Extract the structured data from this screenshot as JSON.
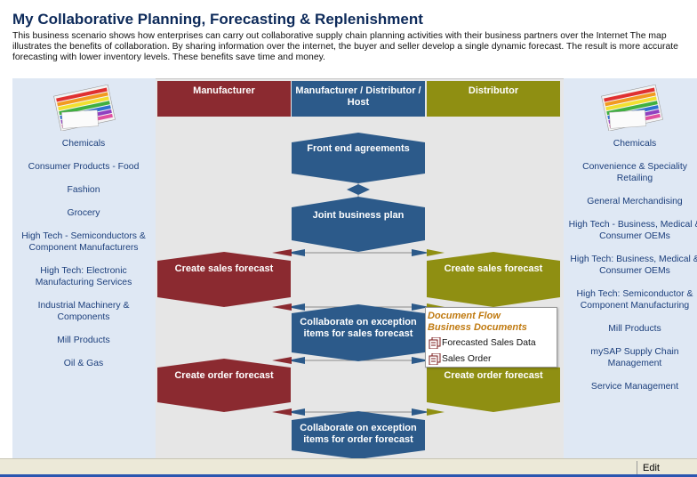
{
  "page": {
    "title": "My Collaborative Planning, Forecasting & Replenishment",
    "description": "This business scenario shows how enterprises can carry out collaborative supply chain planning activities with their business partners over the Internet The map illustrates the benefits of collaboration. By sharing information over the internet, the buyer and seller develop a single dynamic forecast. The result is more accurate forecasting with lower inventory levels. These benefits save time and money."
  },
  "left_industries": [
    "Chemicals",
    "Consumer Products - Food",
    "Fashion",
    "Grocery",
    "High Tech - Semiconductors & Component Manufacturers",
    "High Tech: Electronic Manufacturing Services",
    "Industrial Machinery & Components",
    "Mill Products",
    "Oil & Gas"
  ],
  "right_industries": [
    "Chemicals",
    "Convenience & Speciality Retailing",
    "General Merchandising",
    "High Tech - Business, Medical & Consumer OEMs",
    "High Tech: Business, Medical & Consumer OEMs",
    "High Tech: Semiconductor & Component Manufacturing",
    "Mill Products",
    "mySAP Supply Chain Management",
    "Service Management"
  ],
  "columns": {
    "manufacturer": "Manufacturer",
    "host": "Manufacturer / Distributor / Host",
    "distributor": "Distributor"
  },
  "steps": {
    "front_end": "Front end agreements",
    "joint_plan": "Joint business plan",
    "mfr_sales": "Create sales forecast",
    "dist_sales": "Create sales forecast",
    "collab_sales": "Collaborate on exception items for sales forecast",
    "mfr_order": "Create order forecast",
    "dist_order": "Create order forecast",
    "collab_order": "Collaborate on exception items for order forecast"
  },
  "popup": {
    "title_1": "Document Flow",
    "title_2": "Business Documents",
    "doc_1": "Forecasted Sales Data",
    "doc_2": "Sales Order"
  },
  "status": {
    "mode": "Edit"
  },
  "colors": {
    "manufacturer": "#8b2a30",
    "host": "#2c5a8a",
    "distributor": "#8f8f12",
    "side_panel": "#dfe8f4",
    "link_text": "#1c3f7c"
  }
}
